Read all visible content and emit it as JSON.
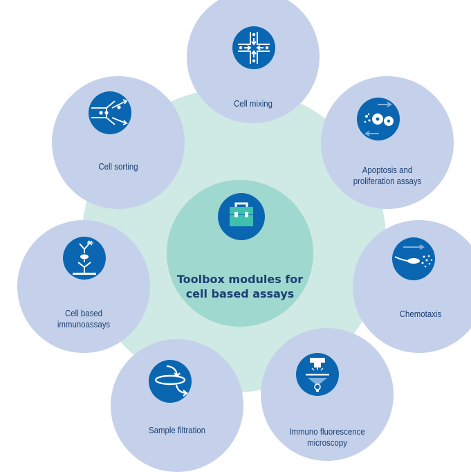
{
  "hub": {
    "title_line1": "Toolbox modules for",
    "title_line2": "cell based assays"
  },
  "modules": {
    "cell_mixing": {
      "label": "Cell mixing"
    },
    "apoptosis": {
      "label_line1": "Apoptosis and",
      "label_line2": "proliferation assays"
    },
    "chemotaxis": {
      "label": "Chemotaxis"
    },
    "immuno_fluorescence": {
      "label_line1": "Immuno fluorescence",
      "label_line2": "microscopy"
    },
    "sample_filtration": {
      "label": "Sample filtration"
    },
    "cell_immunoassays": {
      "label_line1": "Cell based",
      "label_line2": "immunoassays"
    },
    "cell_sorting": {
      "label": "Cell sorting"
    }
  },
  "colors": {
    "module_fill": "#c5d1ea",
    "hub_fill": "#9fd8cf",
    "ring_fill": "#cfe9e5",
    "icon_fill": "#0a66b1",
    "text": "#1b3f73"
  },
  "icons": [
    "toolbox-icon",
    "cell-mixing-icon",
    "apoptosis-icon",
    "chemotaxis-icon",
    "microscopy-icon",
    "filtration-icon",
    "immunoassay-icon",
    "cell-sorting-icon"
  ]
}
